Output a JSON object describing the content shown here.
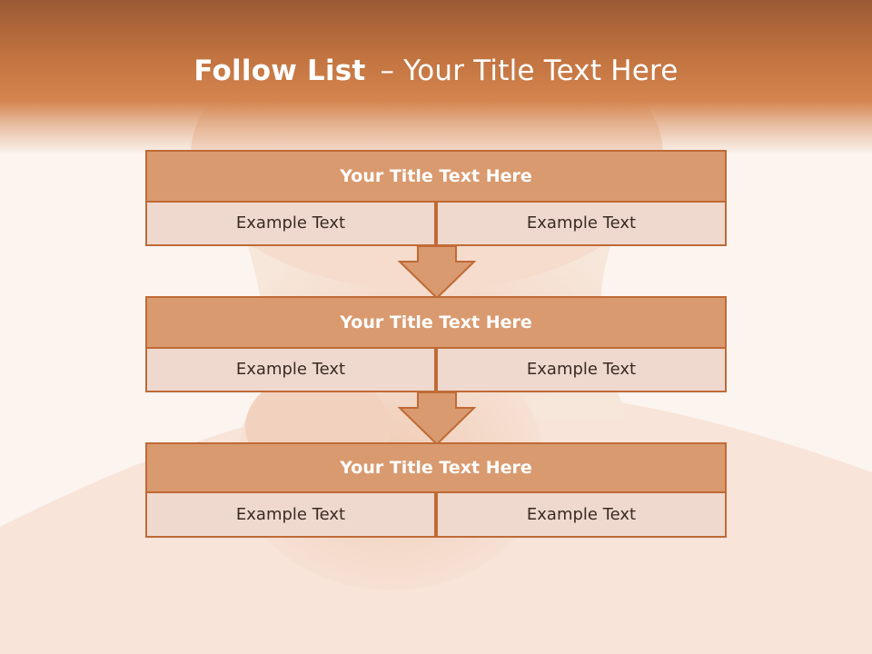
{
  "slide": {
    "title_bold": "Follow List",
    "title_dash": "–",
    "title_rest": "Your Title Text Here"
  },
  "steps": [
    {
      "title": "Your Title Text Here",
      "left": "Example Text",
      "right": "Example Text"
    },
    {
      "title": "Your Title Text Here",
      "left": "Example Text",
      "right": "Example Text"
    },
    {
      "title": "Your Title Text Here",
      "left": "Example Text",
      "right": "Example Text"
    }
  ],
  "colors": {
    "header_fill": "#d99a6f",
    "border": "#c06a36",
    "cell_fill": "#efd9cf",
    "arrow_fill": "#d99a6f"
  },
  "icons": [
    "down-arrow-icon",
    "down-arrow-icon"
  ]
}
